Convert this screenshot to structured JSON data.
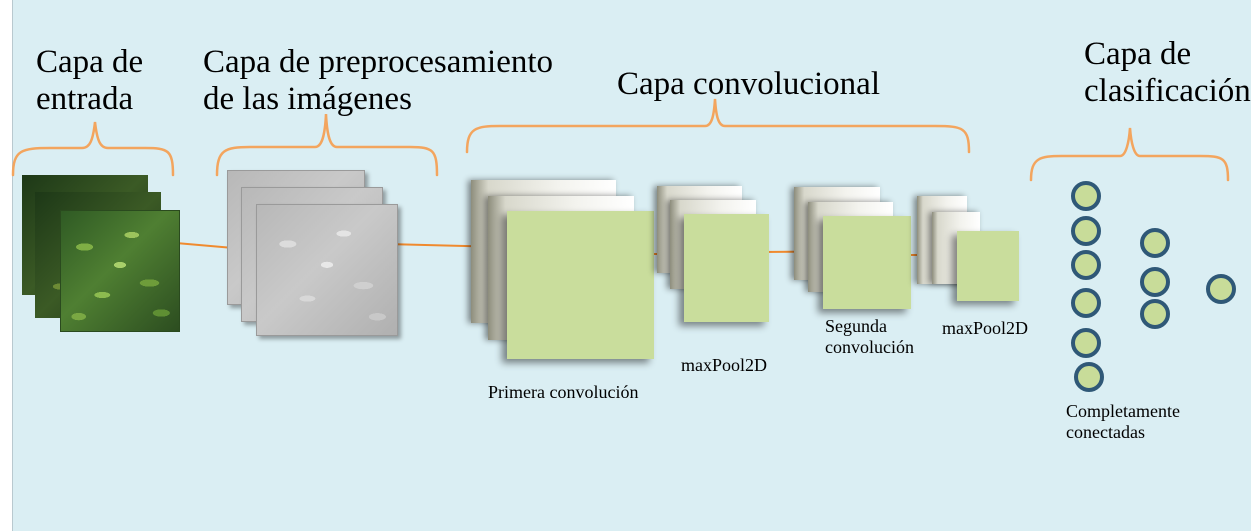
{
  "colors": {
    "panel_background": "#daeef3",
    "brace": "#f3a55e",
    "arrow": "#f08a2e",
    "feature_map": "#c9dd9c",
    "node_fill": "#c8dc99",
    "node_border": "#2f5877"
  },
  "layers": {
    "input": {
      "title": "Capa de\nentrada"
    },
    "preprocessing": {
      "title": "Capa de preprocesamiento\nde las imágenes"
    },
    "convolutional": {
      "title": "Capa convolucional"
    },
    "classification": {
      "title": "Capa de\nclasificación"
    }
  },
  "stages": {
    "conv1": "Primera convolución",
    "pool1": "maxPool2D",
    "conv2": "Segunda\nconvolución",
    "pool2": "maxPool2D",
    "dense": "Completamente\nconectadas"
  },
  "dense_nodes": {
    "column1": 6,
    "column2": 3,
    "column3": 1
  }
}
